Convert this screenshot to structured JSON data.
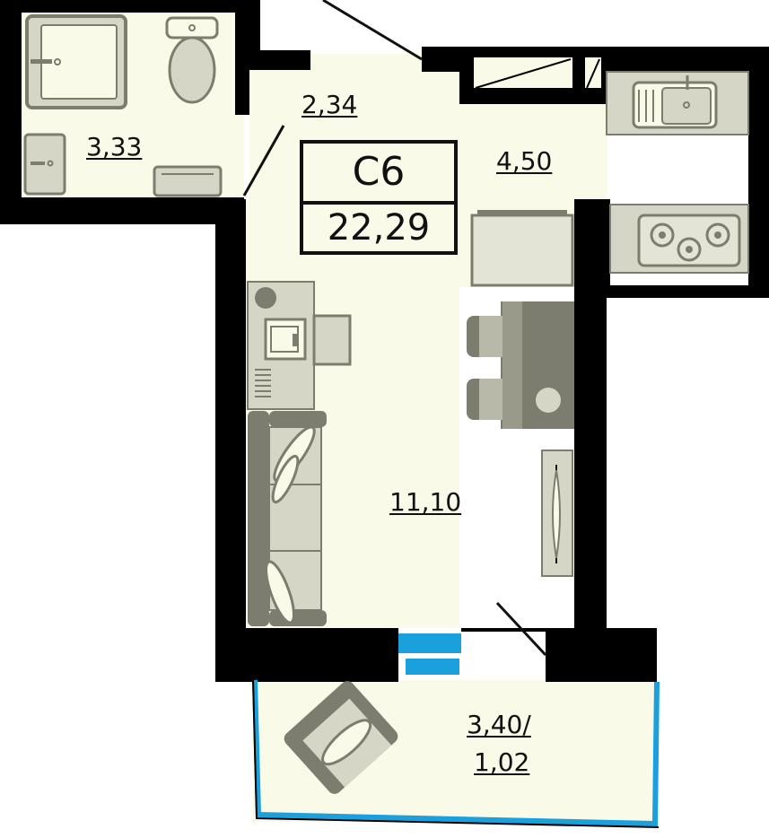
{
  "apartment": {
    "code": "С6",
    "total_area": "22,29"
  },
  "rooms": {
    "bathroom": "3,33",
    "hallway": "2,34",
    "kitchen": "4,50",
    "living": "11,10",
    "balcony_line1": "3,40/",
    "balcony_line2": "1,02"
  },
  "colors": {
    "wall": "#000000",
    "floor": "#fafae9",
    "furniture": "#7d7d6f",
    "furniture_light": "#d6d6c6",
    "window": "#1aa0dc"
  }
}
